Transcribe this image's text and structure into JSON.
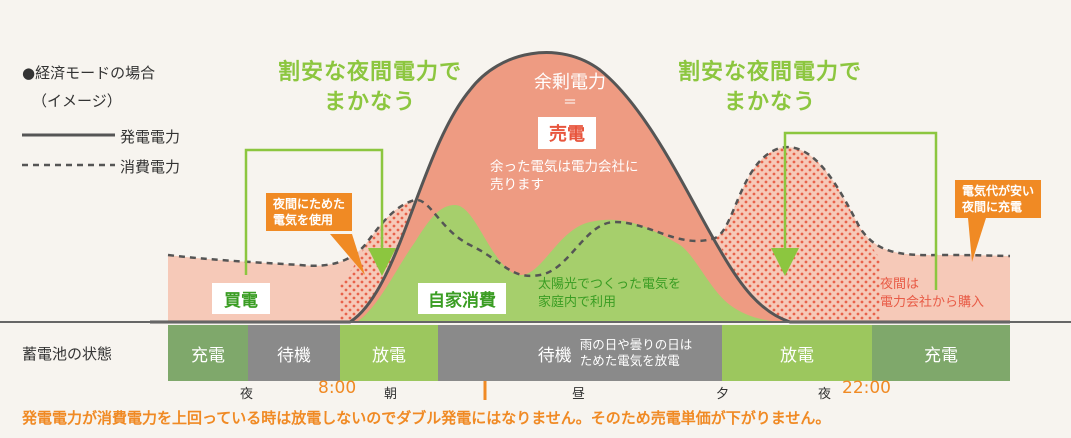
{
  "legend": {
    "title": "●経済モードの場合",
    "subtitle": "（イメージ）",
    "generation": "発電電力",
    "consumption": "消費電力"
  },
  "headings": {
    "night_left_line1": "割安な夜間電力で",
    "night_left_line2": "まかなう",
    "night_right_line1": "割安な夜間電力で",
    "night_right_line2": "まかなう"
  },
  "surplus": {
    "title": "余剰電力",
    "equals": "＝",
    "badge": "売電",
    "desc_line1": "余った電気は電力会社に",
    "desc_line2": "売ります"
  },
  "buy_badge": "買電",
  "self_consumption": {
    "badge": "自家消費",
    "desc_line1": "太陽光でつくった電気を",
    "desc_line2": "家庭内で利用"
  },
  "night_purchase": {
    "line1": "夜間は",
    "line2": "電力会社から購入"
  },
  "callouts": {
    "left_line1": "夜間にためた",
    "left_line2": "電気を使用",
    "right_line1": "電気代が安い",
    "right_line2": "夜間に充電"
  },
  "battery": {
    "label": "蓄電池の状態",
    "segments": [
      {
        "label": "充電",
        "color": "#7fa86b"
      },
      {
        "label": "待機",
        "color": "#8a8a8a"
      },
      {
        "label": "放電",
        "color": "#9cc75e"
      },
      {
        "label": "待機",
        "color": "#8a8a8a"
      },
      {
        "label": "放電",
        "color": "#9cc75e"
      },
      {
        "label": "充電",
        "color": "#7fa86b"
      }
    ],
    "standby_note_line1": "雨の日や曇りの日は",
    "standby_note_line2": "ためた電気を放電"
  },
  "timeline": {
    "night1": "夜",
    "time_morning": "8:00",
    "morning": "朝",
    "noon": "昼",
    "evening": "夕",
    "night2": "夜",
    "time_night": "22:00"
  },
  "footer_note": "発電電力が消費電力を上回っている時は放電しないのでダブル発電にはなりません。そのため売電単価が下がりません。",
  "colors": {
    "green_text": "#8cc63f",
    "surplus_fill": "#ee9b82",
    "consumption_fill": "#f6c9b8",
    "self_fill": "#a6cf6c",
    "orange": "#f08a24"
  }
}
